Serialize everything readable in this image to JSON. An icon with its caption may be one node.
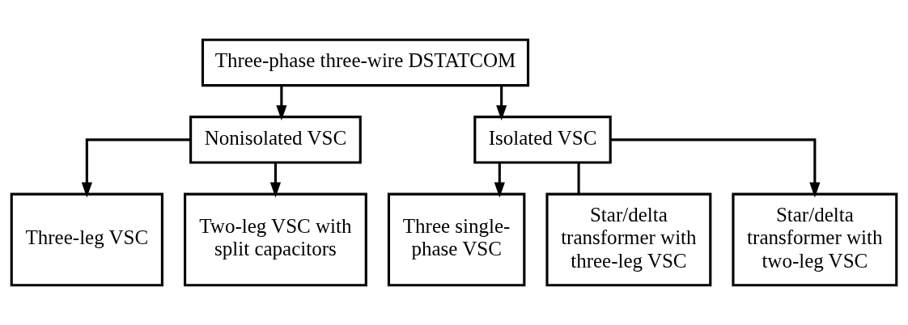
{
  "diagram": {
    "nodes": [
      {
        "text": [
          "Three-phase three-wire DSTATCOM"
        ]
      },
      {
        "text": [
          "Nonisolated VSC"
        ]
      },
      {
        "text": [
          "Isolated VSC"
        ]
      },
      {
        "text": [
          "Three-leg VSC"
        ]
      },
      {
        "text": [
          "Two-leg VSC with split capacitors"
        ]
      },
      {
        "text": [
          "Three single-phase VSC"
        ]
      },
      {
        "text": [
          "Star/delta transformer with three-leg VSC"
        ]
      },
      {
        "text": [
          "Star/delta transformer with two-leg VSC"
        ]
      }
    ],
    "edges": [
      {
        "from": 0,
        "to": 1,
        "arrow": "to"
      },
      {
        "from": 0,
        "to": 2,
        "arrow": "to"
      },
      {
        "from": 1,
        "to": 3,
        "arrow": "to"
      },
      {
        "from": 1,
        "to": 4,
        "arrow": "to"
      },
      {
        "from": 2,
        "to": 5,
        "arrow": "to"
      },
      {
        "from": 2,
        "to": 6,
        "arrow": "none"
      },
      {
        "from": 2,
        "to": 7,
        "arrow": "to"
      }
    ]
  }
}
